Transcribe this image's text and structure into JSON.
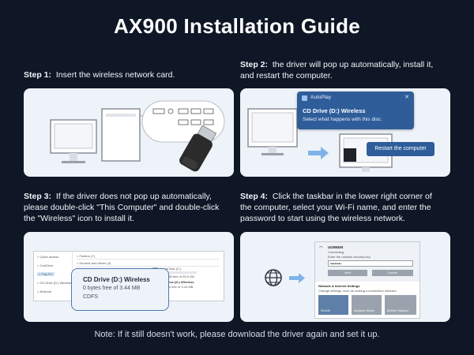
{
  "title": "AX900 Installation Guide",
  "step1": {
    "label": "Step 1:",
    "text": "Insert the wireless network card."
  },
  "step2": {
    "label": "Step 2:",
    "text_line1": "the driver will pop up automatically, install it,",
    "text_line2": "and restart the computer.",
    "autoplay_title": "AutoPlay",
    "popup_drive": "CD Drive (D:) Wireless",
    "popup_desc": "Select what happens with this disc.",
    "restart_button": "Restart the computer"
  },
  "step3": {
    "label": "Step 3:",
    "text_line1": "If the driver does not pop up automatically,",
    "text_line2": "please double-click \"This Computer\" and double-click",
    "text_line3": "the \"Wireless\" icon to install it.",
    "sidebar": [
      "Quick access",
      "OneDrive",
      "This PC",
      "CD Drive (D:) Wireless",
      "Network"
    ],
    "folders_header": "Folders (7)",
    "devices_header": "Devices and drives (4)",
    "local_disk": "Local Disk (C:)",
    "local_disk_free": "85.2 GB free of 99.0 GB",
    "cd_drive_small": "CD Drive (D:) Wireless",
    "cd_drive_small_free": "0 bytes free of 3.44 MB",
    "cd_drive_small_fs": "CDFS",
    "callout_title": "CD Drive (D:) Wireless",
    "callout_free": "0 bytes free of 3.44 MB",
    "callout_fs": "CDFS"
  },
  "step4": {
    "label": "Step 4:",
    "text_line1": "Click the taskbar in the lower right corner of",
    "text_line2": "the computer, select your Wi-Fi name, and enter the",
    "text_line3": "password to start using the wireless network.",
    "network_name": "UGREEN",
    "connecting": "Connecting",
    "key_prompt": "Enter the network security key",
    "password_mask": "••••••••",
    "next_button": "Next",
    "cancel_button": "Cancel",
    "settings_title": "Network & Internet Settings",
    "settings_desc": "Change settings, such as making a connection metered.",
    "tiles": [
      "WLAN",
      "Airplane Mode",
      "Mobile Hotspot"
    ]
  },
  "note": "Note: If it still doesn't work, please download the driver again and set it up.",
  "colors": {
    "background": "#0f1726",
    "panel": "#eef3f9",
    "accent": "#2f5d9a"
  }
}
